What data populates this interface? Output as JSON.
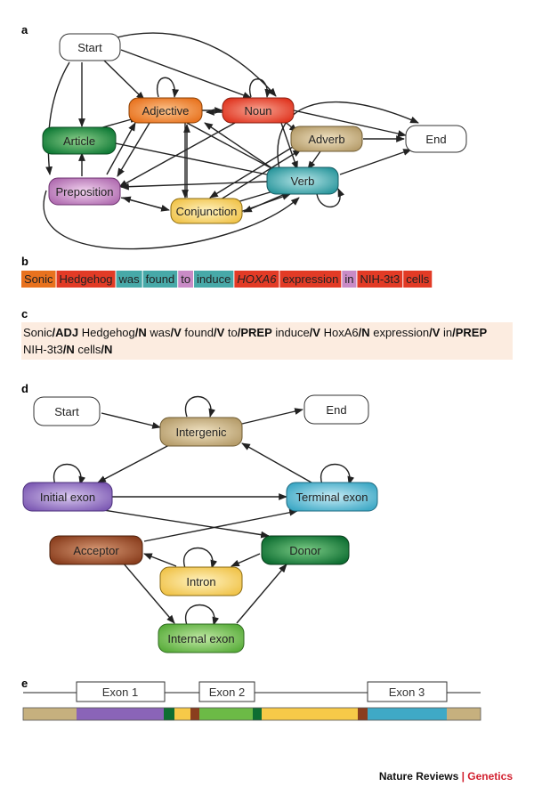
{
  "panels": {
    "a": "a",
    "b": "b",
    "c": "c",
    "d": "d",
    "e": "e"
  },
  "panel_a": {
    "nodes": {
      "start": "Start",
      "adjective": "Adjective",
      "noun": "Noun",
      "end": "End",
      "article": "Article",
      "adverb": "Adverb",
      "preposition": "Preposition",
      "verb": "Verb",
      "conjunction": "Conjunction"
    }
  },
  "panel_b": {
    "tokens": [
      {
        "text": "Sonic",
        "color": "#e8721e",
        "italic": false
      },
      {
        "text": "Hedgehog",
        "color": "#e23b26",
        "italic": false
      },
      {
        "text": "was",
        "color": "#47a9a8",
        "italic": false
      },
      {
        "text": "found",
        "color": "#47a9a8",
        "italic": false
      },
      {
        "text": "to",
        "color": "#c98bc6",
        "italic": false
      },
      {
        "text": "induce",
        "color": "#47a9a8",
        "italic": false
      },
      {
        "text": "HOXA6",
        "color": "#e23b26",
        "italic": true
      },
      {
        "text": "expression",
        "color": "#e23b26",
        "italic": false
      },
      {
        "text": "in",
        "color": "#c98bc6",
        "italic": false
      },
      {
        "text": "NIH-3t3",
        "color": "#e23b26",
        "italic": false
      },
      {
        "text": "cells",
        "color": "#e23b26",
        "italic": false
      }
    ]
  },
  "panel_c": {
    "background": "#fcece0",
    "line1": [
      {
        "w": "Sonic",
        "t": "ADJ"
      },
      {
        "w": " Hedgehog",
        "t": "N"
      },
      {
        "w": " was",
        "t": "V"
      },
      {
        "w": " found",
        "t": "V"
      },
      {
        "w": " to",
        "t": "PREP"
      },
      {
        "w": " induce",
        "t": "V"
      },
      {
        "w": " HoxA6",
        "t": "N"
      },
      {
        "w": " expression",
        "t": "V"
      },
      {
        "w": " in",
        "t": "PREP"
      }
    ],
    "line2": [
      {
        "w": "NIH-3t3",
        "t": "N"
      },
      {
        "w": " cells",
        "t": "N"
      }
    ]
  },
  "panel_d": {
    "nodes": {
      "start": "Start",
      "intergenic": "Intergenic",
      "end": "End",
      "initial_exon": "Initial exon",
      "terminal_exon": "Terminal exon",
      "acceptor": "Acceptor",
      "donor": "Donor",
      "intron": "Intron",
      "internal_exon": "Internal exon"
    }
  },
  "panel_e": {
    "exon1": "Exon 1",
    "exon2": "Exon 2",
    "exon3": "Exon 3"
  },
  "footer": {
    "journal": "Nature Reviews",
    "separator": " | ",
    "section": "Genetics",
    "section_color": "#d2202f"
  }
}
